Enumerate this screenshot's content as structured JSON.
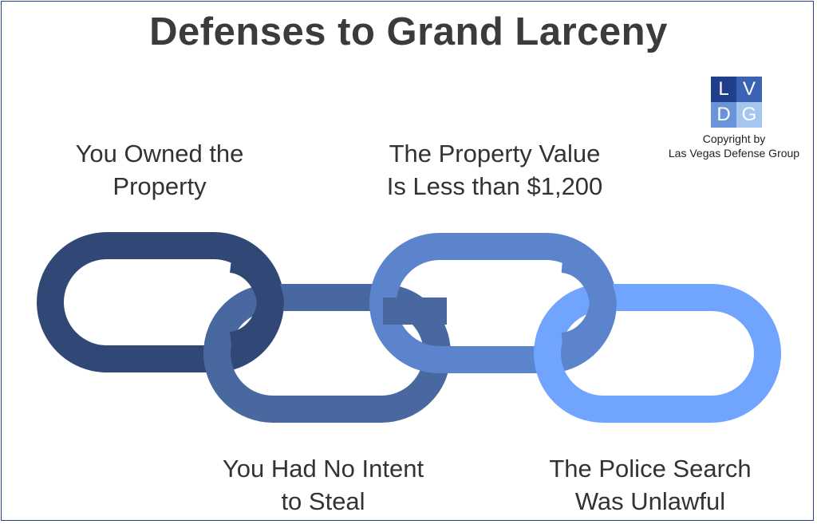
{
  "title": "Defenses to Grand Larceny",
  "links": [
    {
      "lines": [
        "You Owned the",
        "Property"
      ],
      "color": "#314877"
    },
    {
      "lines": [
        "You Had No Intent",
        "to Steal"
      ],
      "color": "#48689f"
    },
    {
      "lines": [
        "The Property Value",
        "Is Less than $1,200"
      ],
      "color": "#5b84cc"
    },
    {
      "lines": [
        "The Police Search",
        "Was Unlawful"
      ],
      "color": "#70a4ff"
    }
  ],
  "logo": {
    "letters": [
      "L",
      "V",
      "D",
      "G"
    ],
    "colors": [
      "#1f3f8a",
      "#3a63b4",
      "#6a93d8",
      "#a5c6ef"
    ],
    "caption": [
      "Copyright by",
      "Las Vegas Defense Group"
    ]
  },
  "icons": {
    "link": "chain-link-icon",
    "logo": "lvdg-logo-icon"
  }
}
